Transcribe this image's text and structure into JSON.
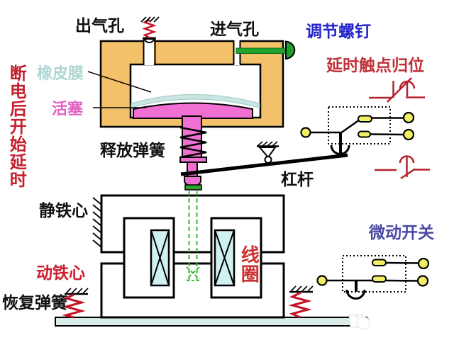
{
  "diagram": {
    "kind": "pneumatic time-delay relay schematic (delay on de-energization)",
    "labels": {
      "air_outlet": "出气孔",
      "air_inlet": "进气孔",
      "adjusting_screw": "调节螺钉",
      "delayed_contact_reset": "延时触点归位",
      "rubber_diaphragm": "橡皮膜",
      "piston": "活塞",
      "power_off_delay_note": "断电后开始延时",
      "release_spring": "释放弹簧",
      "lever": "杠杆",
      "static_iron_core": "静铁心",
      "moving_iron_core": "动铁心",
      "recovery_spring": "恢复弹簧",
      "coil": "线圈",
      "micro_switch": "微动开关"
    },
    "icons": [
      "outlet-spring-icon",
      "adjusting-screw-icon",
      "delay-contact-nc-icon",
      "delay-contact-no-icon",
      "micro-switch-upper-icon",
      "micro-switch-lower-icon",
      "fulcrum-icon",
      "recovery-spring-icon",
      "hatching-anchor-icon"
    ],
    "colors": {
      "chamber_body_orange": "#F3C169",
      "piston_pink": "#F06FD2",
      "diaphragm_cyan": "#C9E6E2",
      "coil_fill_cyan": "#CFF2F0",
      "base_plate_cyan": "#D9ECEA",
      "screw_green": "#1FA32C",
      "guide_line_green": "#3CB43C",
      "terminal_yellow": "#F2EE66",
      "accent_red": "#C4202E",
      "label_blue": "#2323C8",
      "label_indigo": "#4A4AA6",
      "label_pale_cyan": "#AED6D2",
      "label_pink": "#E35FC4"
    }
  }
}
